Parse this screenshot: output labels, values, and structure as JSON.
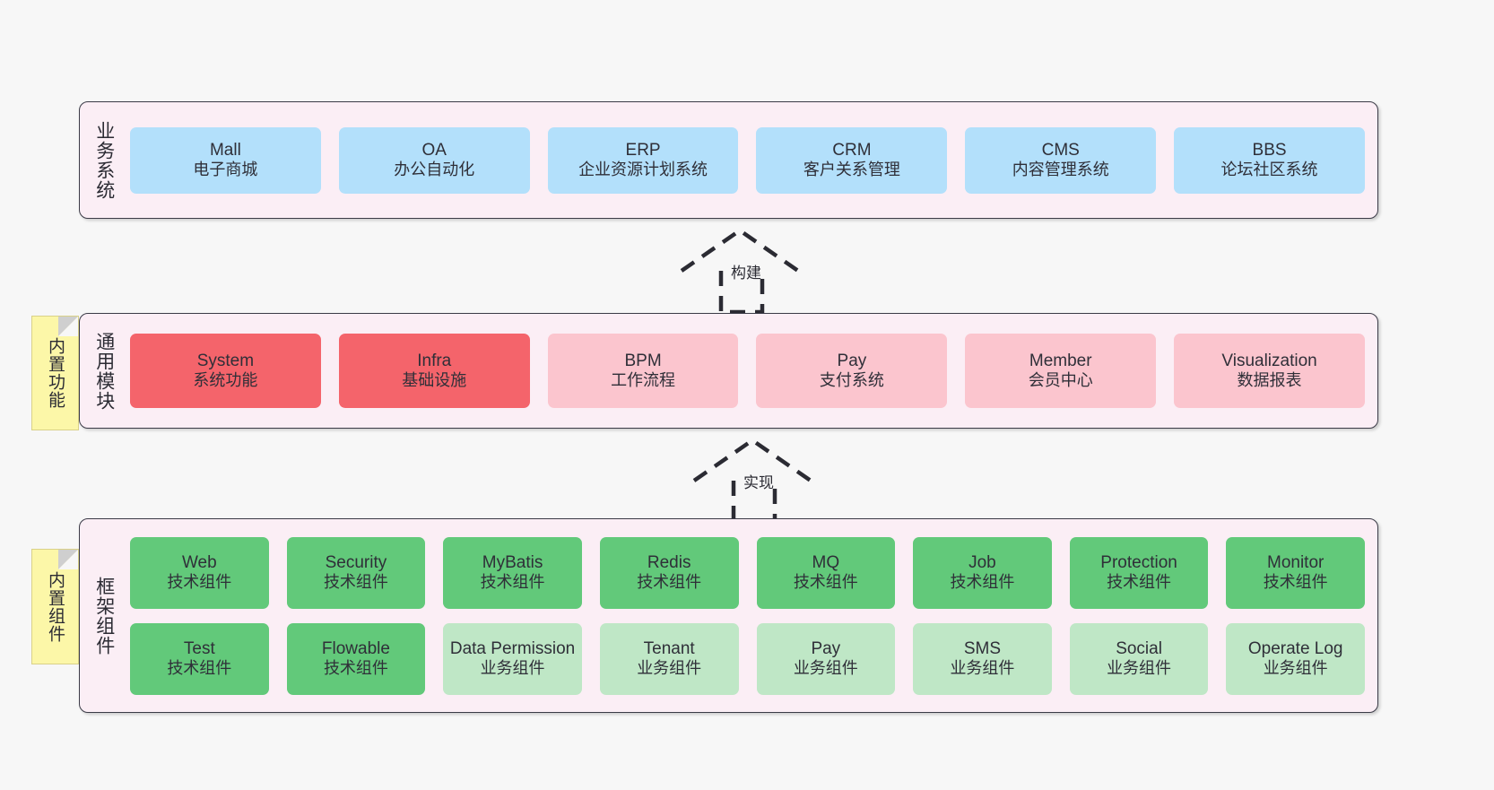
{
  "layers": [
    {
      "key": "business",
      "title": "业务系统",
      "rows": [
        {
          "cards": [
            {
              "en": "Mall",
              "cn": "电子商城",
              "color": "blue"
            },
            {
              "en": "OA",
              "cn": "办公自动化",
              "color": "blue"
            },
            {
              "en": "ERP",
              "cn": "企业资源计划系统",
              "color": "blue"
            },
            {
              "en": "CRM",
              "cn": "客户关系管理",
              "color": "blue"
            },
            {
              "en": "CMS",
              "cn": "内容管理系统",
              "color": "blue"
            },
            {
              "en": "BBS",
              "cn": "论坛社区系统",
              "color": "blue"
            }
          ]
        }
      ]
    },
    {
      "key": "common",
      "title": "通用模块",
      "rows": [
        {
          "cards": [
            {
              "en": "System",
              "cn": "系统功能",
              "color": "red"
            },
            {
              "en": "Infra",
              "cn": "基础设施",
              "color": "red"
            },
            {
              "en": "BPM",
              "cn": "工作流程",
              "color": "pink"
            },
            {
              "en": "Pay",
              "cn": "支付系统",
              "color": "pink"
            },
            {
              "en": "Member",
              "cn": "会员中心",
              "color": "pink"
            },
            {
              "en": "Visualization",
              "cn": "数据报表",
              "color": "pink"
            }
          ]
        }
      ]
    },
    {
      "key": "framework",
      "title": "框架组件",
      "rows": [
        {
          "cards": [
            {
              "en": "Web",
              "cn": "技术组件",
              "color": "green"
            },
            {
              "en": "Security",
              "cn": "技术组件",
              "color": "green"
            },
            {
              "en": "MyBatis",
              "cn": "技术组件",
              "color": "green"
            },
            {
              "en": "Redis",
              "cn": "技术组件",
              "color": "green"
            },
            {
              "en": "MQ",
              "cn": "技术组件",
              "color": "green"
            },
            {
              "en": "Job",
              "cn": "技术组件",
              "color": "green"
            },
            {
              "en": "Protection",
              "cn": "技术组件",
              "color": "green"
            },
            {
              "en": "Monitor",
              "cn": "技术组件",
              "color": "green"
            }
          ]
        },
        {
          "cards": [
            {
              "en": "Test",
              "cn": "技术组件",
              "color": "green"
            },
            {
              "en": "Flowable",
              "cn": "技术组件",
              "color": "green"
            },
            {
              "en": "Data Permission",
              "cn": "业务组件",
              "color": "lightgreen"
            },
            {
              "en": "Tenant",
              "cn": "业务组件",
              "color": "lightgreen"
            },
            {
              "en": "Pay",
              "cn": "业务组件",
              "color": "lightgreen"
            },
            {
              "en": "SMS",
              "cn": "业务组件",
              "color": "lightgreen"
            },
            {
              "en": "Social",
              "cn": "业务组件",
              "color": "lightgreen"
            },
            {
              "en": "Operate Log",
              "cn": "业务组件",
              "color": "lightgreen"
            }
          ]
        }
      ]
    }
  ],
  "notes": [
    {
      "key": "common",
      "label": "内置功能"
    },
    {
      "key": "framework",
      "label": "内置组件"
    }
  ],
  "connectors": [
    {
      "key": "build",
      "label": "构建"
    },
    {
      "key": "realize",
      "label": "实现"
    }
  ],
  "colors": {
    "canvas": "#f7f7f7",
    "layer_fill": "#fbeef5",
    "layer_stroke": "#3b3b47",
    "blue": "#b3e0fb",
    "red": "#f4646b",
    "pink": "#fbc5ce",
    "green": "#62c97a",
    "light_green": "#bfe7c6",
    "note_fill": "#fcf7a8",
    "connector_stroke": "#2b2b33"
  }
}
